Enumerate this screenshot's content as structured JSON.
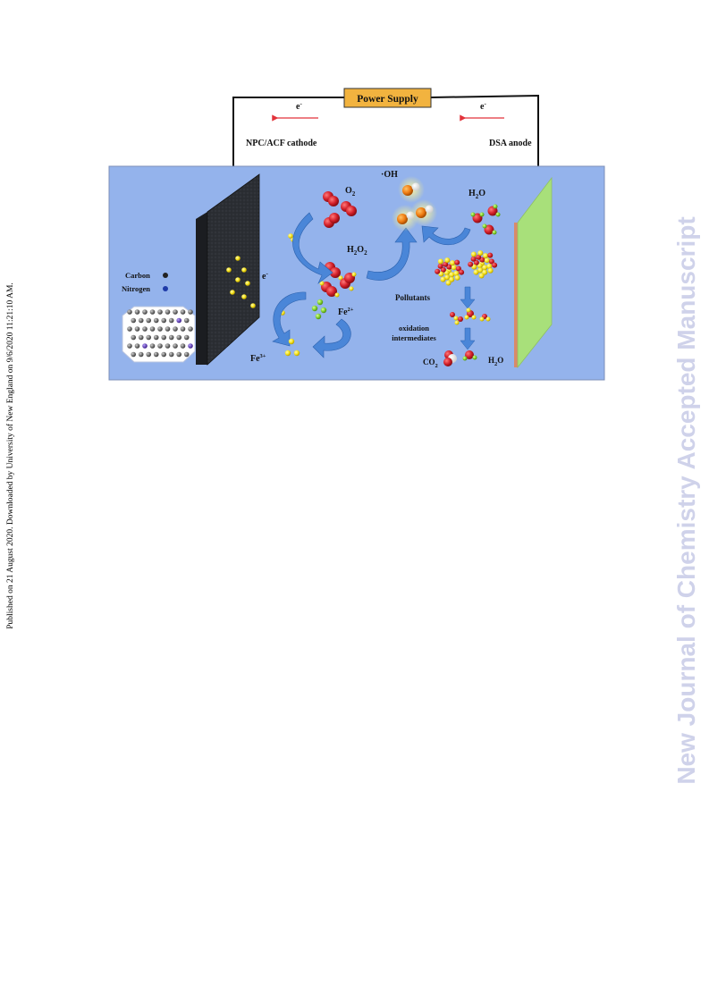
{
  "side_note": "Published on 21 August 2020. Downloaded by University of New England on 9/6/2020 11:21:10 AM.",
  "watermark": "New Journal of Chemistry Accepted Manuscript",
  "diagram": {
    "power_supply": "Power Supply",
    "electron_left": "e",
    "electron_right": "e",
    "electron_superscript": "-",
    "cathode_label": "NPC/ACF cathode",
    "anode_label": "DSA anode",
    "oh_radical": "·OH",
    "o2": "O",
    "o2_sub": "2",
    "h2o2": "H",
    "h2o2_sub1": "2",
    "h2o2_mid": "O",
    "h2o2_sub2": "2",
    "h2o_top": "H",
    "h2o_top_sub": "2",
    "h2o_top_end": "O",
    "electron_cathode": "e",
    "fe2": "Fe",
    "fe2_sup": "2+",
    "fe3": "Fe",
    "fe3_sup": "3+",
    "pollutants": "Pollutants",
    "oxidation_line1": "oxidation",
    "oxidation_line2": "intermediates",
    "co2": "CO",
    "co2_sub": "2",
    "h2o_bottom": "H",
    "h2o_bottom_sub": "2",
    "h2o_bottom_end": "O",
    "legend_carbon": "Carbon",
    "legend_nitrogen": "Nitrogen",
    "colors": {
      "tank": "#94b3ec",
      "cathode": "#2b2e33",
      "anode": "#a8e07a",
      "power_box": "#f2b33f",
      "oxygen": "#d3202a",
      "electron": "#f5e21c",
      "arrow": "#4a86d8"
    }
  }
}
